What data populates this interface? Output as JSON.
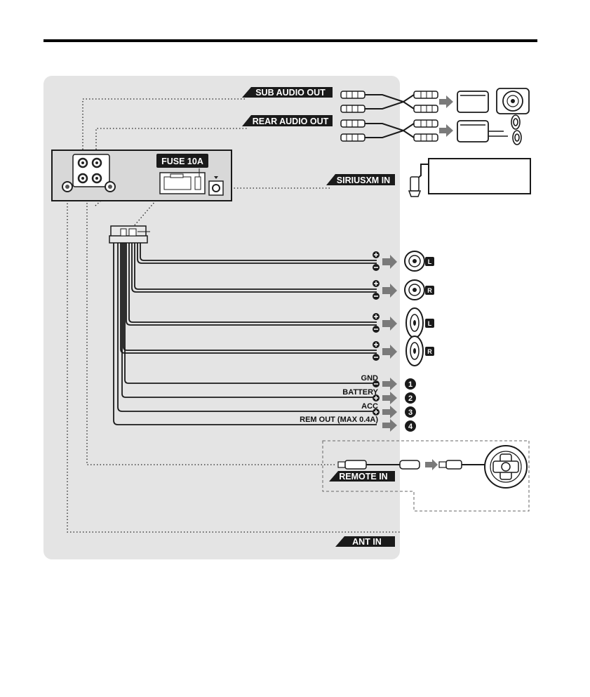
{
  "labels": {
    "sub_audio_out": "SUB AUDIO OUT",
    "rear_audio_out": "REAR AUDIO OUT",
    "fuse": "FUSE 10A",
    "siriusxm_in": "SIRIUSXM IN",
    "remote_in": "REMOTE IN",
    "ant_in": "ANT IN"
  },
  "power_wires": [
    {
      "label": "GND",
      "polarity": "minus",
      "number": "1"
    },
    {
      "label": "BATTERY",
      "polarity": "plus",
      "number": "2"
    },
    {
      "label": "ACC",
      "polarity": "plus",
      "number": "3"
    },
    {
      "label": "REM OUT (MAX 0.4A)",
      "polarity": "none",
      "number": "4"
    }
  ],
  "speakers": [
    {
      "badge": "L",
      "shape": "round"
    },
    {
      "badge": "R",
      "shape": "round"
    },
    {
      "badge": "L",
      "shape": "oval"
    },
    {
      "badge": "R",
      "shape": "oval"
    }
  ]
}
